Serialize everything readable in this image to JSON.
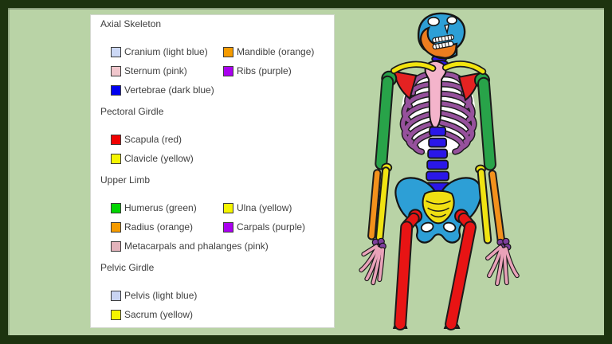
{
  "frame": {
    "border_color": "#1d330f",
    "background_color": "#b9d3a6",
    "panel_color": "#ffffff"
  },
  "legend": {
    "sections": [
      {
        "heading": "Axial Skeleton",
        "rows": [
          [
            {
              "label": "Cranium (light blue)",
              "color": "#ccd8f5"
            },
            {
              "label": "Mandible (orange)",
              "color": "#f59b00"
            }
          ],
          [
            {
              "label": "Sternum (pink)",
              "color": "#f0c6cc"
            },
            {
              "label": "Ribs (purple)",
              "color": "#aa00f0"
            }
          ],
          [
            {
              "label": "Vertebrae (dark blue)",
              "color": "#0000f0"
            }
          ]
        ]
      },
      {
        "heading": "Pectoral Girdle",
        "rows": [
          [
            {
              "label": "Scapula (red)",
              "color": "#f00000"
            }
          ],
          [
            {
              "label": "Clavicle (yellow)",
              "color": "#f5f500"
            }
          ]
        ]
      },
      {
        "heading": "Upper Limb",
        "rows": [
          [
            {
              "label": "Humerus (green)",
              "color": "#00d500"
            },
            {
              "label": "Ulna (yellow)",
              "color": "#f5f500"
            }
          ],
          [
            {
              "label": "Radius (orange)",
              "color": "#f59b00"
            },
            {
              "label": "Carpals (purple)",
              "color": "#aa00f0"
            }
          ],
          [
            {
              "label": "Metacarpals and phalanges (pink)",
              "color": "#e3b3bb"
            }
          ]
        ]
      },
      {
        "heading": "Pelvic Girdle",
        "rows": [
          [
            {
              "label": "Pelvis (light blue)",
              "color": "#c9d4f2"
            }
          ],
          [
            {
              "label": "Sacrum (yellow)",
              "color": "#f5f500"
            }
          ]
        ]
      }
    ]
  },
  "skeleton": {
    "description": "colored human skeleton figure",
    "colors": {
      "cranium": "#2d9fd6",
      "mandible": "#ec7d1f",
      "vertebrae": "#2a17e8",
      "clavicle": "#f2e40e",
      "scapula": "#e42222",
      "humerus": "#28a349",
      "ribs": "#96519c",
      "sternum": "#f4b4cb",
      "radius": "#f3911c",
      "ulna": "#f0e312",
      "carpals": "#7e3f9d",
      "hand": "#e9a2b9",
      "pelvis": "#2d9fd6",
      "sacrum": "#f0df12",
      "femur": "#e81414"
    }
  }
}
